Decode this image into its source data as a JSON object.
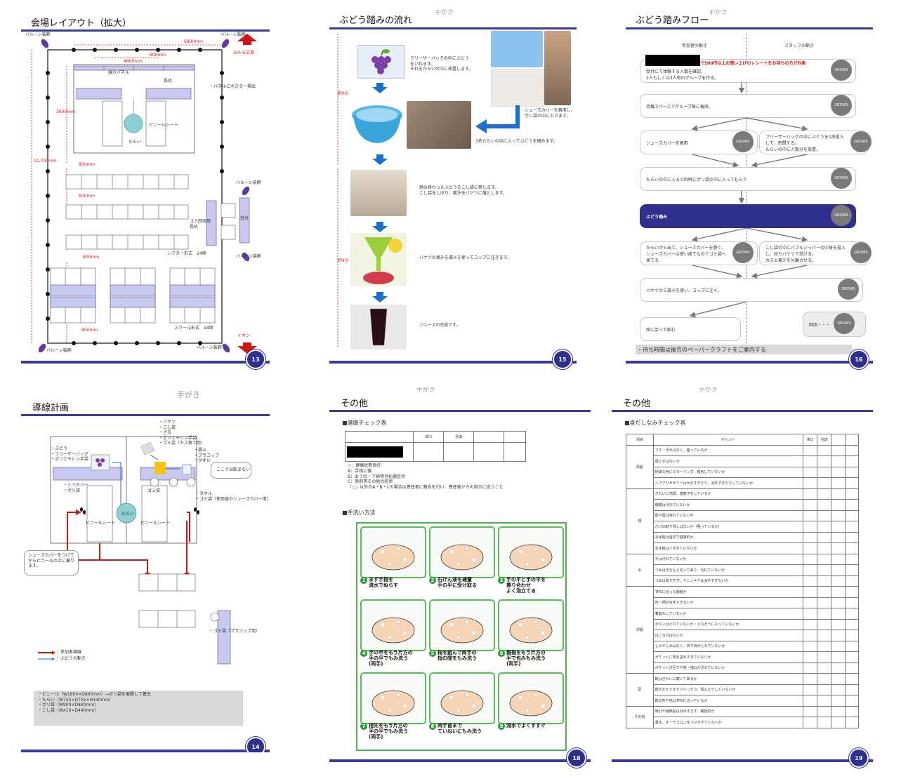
{
  "slides": [
    {
      "page": "13",
      "title": "会場レイアウト（拡大）",
      "labels": {
        "balloon": "バルーン装飾",
        "dim_6800": "6800mm",
        "dim_600": "600mm",
        "dim_4800": "4800mm",
        "dim_3600": "3600mm",
        "dim_11700": "11,700mm",
        "dim_800a": "800mm",
        "dim_600b": "600mm",
        "dim_800b": "800mm",
        "dim_800c": "800mm",
        "hotaru": "ほたる広場",
        "aeon": "イオン",
        "panel_note": "・パネルにポスター掲出",
        "display_panel": "展示パネル",
        "long_table": "長机",
        "vinyl": "ビニールシート",
        "tarai": "たらい",
        "trash_table": "ゴミ回収用\n長机",
        "reception": "受付",
        "theater": "シアター形式　24席",
        "school": "スクール形式　18席"
      }
    },
    {
      "page": "15",
      "title": "ぶどう踏みの流れ",
      "handwriting": "手がき",
      "steps": [
        "フリーザーバックの中にぶどう\nをいれます。\nそれをたらいの中に設置します。",
        "シューズカバーを着用し、\nポリ袋の中に入ります。",
        "3名たらいの中に入ってぶどうを踏みます。",
        "踏み終わったぶどうをこし袋に移します。\nこし袋をしぼり、果汁をバケツに落とします。",
        "バケツの果汁を漏斗を使ってコップに注ぎます。",
        "ジュースの完成です。"
      ],
      "time1": "約6分",
      "time2": "約4分"
    },
    {
      "page": "16",
      "title": "ぶどう踏みフロー",
      "handwriting": "手がき",
      "col_left": "参加者の動き",
      "col_right": "スタッフの動き",
      "red_note": "で500円以上お買い上げのレシートをお持ちの方が対象",
      "boxes": [
        "受付にて体験する人数を確認。\n2人もしくは3人毎のグループを作る。",
        "待機スペースでグループ毎に着席。",
        "シューズカバーを着用",
        "フリーザーバッグの中にぶどうを1房投入\nして、密閉する。\nたらいの中に人数分を設置。",
        "たらいの中に入ると同時にポリ袋の中に入ってもらう",
        "ぶどう踏み",
        "たらいから出て、シューズカバーを脱ぐ。\nシューズカバーは使い捨てなのでゴミ袋へ\n捨てる",
        "こし袋の中にバブルジッパーの中身を投入\nし、絞りバケツで受ける。\nカスと果汁を分離させる。",
        "バケツから漏斗を使い、コップに注ぐ。",
        "席に戻って飲む",
        "回収・・・"
      ],
      "grows": "GROWS",
      "footer": "・待ち時間は後方のペーパークラフトをご案内する"
    },
    {
      "page": "14",
      "title": "導線計画",
      "handwriting": "手がき",
      "list1": "・ぶどう\n・フリーザーバッグ\n・ポリエチレン手袋",
      "list2": "・バケツ\n・こし袋\n・ざる\n・ポリエチレン手袋\n・ゴミ袋（カス捨て用）",
      "list3": "・漏斗\n・プラコップ\n・タオル",
      "list4": "・くつカバー\n・ポリ袋",
      "list5": "・タオル\n・ゴミ袋（使用後のシューズカバー用）",
      "trash_cup": "・ゴミ袋（プラコップ用）",
      "not_here": "ここでは飲まない",
      "trash": "ゴミ袋",
      "tarai": "たらい",
      "vinyl": "ビニールシート",
      "callout": "シューズカバーをつけて\nからビニールの上に乗り\nます。",
      "legend1": "：参加者導線",
      "legend2": "：ぶどうの動き",
      "specs": "・ビニール（W1800×D800mm）→ポリ袋を展開して養生\n・たらい（W755×D755×H340mm）\n・ポリ袋（W900×D800mm）\n・こし袋（W410×D440mm）"
    },
    {
      "page": "18",
      "title": "その他",
      "handwriting": "手がき",
      "health_heading": "■健康チェック表",
      "health_cols": [
        "澤口",
        "島田"
      ],
      "health_notes": "○：健康状態良好\nA：手指に傷\nB：おう吐・下痢等消化器症状\nC：発熱等その他の症状\n「○」以外のA・B・Cの場合は責任者に報告を行い、責任者からの指示に従うこと",
      "wash_heading": "■手洗い方法",
      "wash_steps": [
        {
          "n": "1",
          "t": "まず手指を\n流水でぬらす"
        },
        {
          "n": "2",
          "t": "石けん液を適量\n手の平に受け取る"
        },
        {
          "n": "3",
          "t": "手の平と手の平を\n擦り合わせ\nよく泡立てる"
        },
        {
          "n": "4",
          "t": "手の甲をもう片方の\n手の平でもみ洗う\n(両手)"
        },
        {
          "n": "5",
          "t": "指を組んで両手の\n指の間をもみ洗う"
        },
        {
          "n": "6",
          "t": "親指をもう片方の\n手で包みもみ洗う\n(両手)"
        },
        {
          "n": "7",
          "t": "指先をもう片方の\n手の平でもみ洗う\n(両手)"
        },
        {
          "n": "8",
          "t": "両手首まで\nていねいにもみ洗う"
        },
        {
          "n": "9",
          "t": "流水でよくすすぐ"
        }
      ]
    },
    {
      "page": "19",
      "title": "その他",
      "handwriting": "手がき",
      "heading": "■身だしなみチェック表",
      "headers": [
        "項目",
        "ポイント",
        "澤口",
        "島田"
      ],
      "groups": [
        {
          "name": "頭髪",
          "items": [
            "フケ・汚れはなく、整っているか",
            "寝ぐせはないか",
            "極端な色にカラーリング、脱色していないか",
            "ヘアアクセサリーは大きすぎたり、派手すぎたりしていないか"
          ]
        },
        {
          "name": "顔",
          "items": [
            "きれいに洗顔、歯磨きをしているか",
            "眼鏡は汚れていないか",
            "肌や唇は荒れていないか",
            "ひげの剃り残しはないか（整っているか）",
            "お化粧は自然で健康的か",
            "お化粧はくずれていないか"
          ]
        },
        {
          "name": "手",
          "items": [
            "手は汚れていないか",
            "つめはきちんと切ってあり、汚れていないか",
            "つめは長すぎず、マニュキアは派手すぎないか"
          ]
        },
        {
          "name": "洋服",
          "items": [
            "TPOに合った服装か",
            "色・柄が派手すぎないか",
            "着崩れしていないか",
            "ボタンはとれていないか・とれそうになっていないか",
            "ほころびはないか",
            "しみやしわはなく、折り目がとれていないか",
            "ポケットに物を詰めすぎていないか",
            "ポケットの回りや裾・袖口が汚れていないか"
          ]
        },
        {
          "name": "足",
          "items": [
            "靴はきれいに磨いてあるか",
            "靴のかかとがすりへったり、傷んだりしていないか",
            "靴の形や色はTPOに合っているか"
          ]
        },
        {
          "name": "その他",
          "items": [
            "時計や装飾品は派手すぎず、機能的か",
            "香水、オーデコロンをつけすぎていないか"
          ]
        }
      ]
    }
  ]
}
